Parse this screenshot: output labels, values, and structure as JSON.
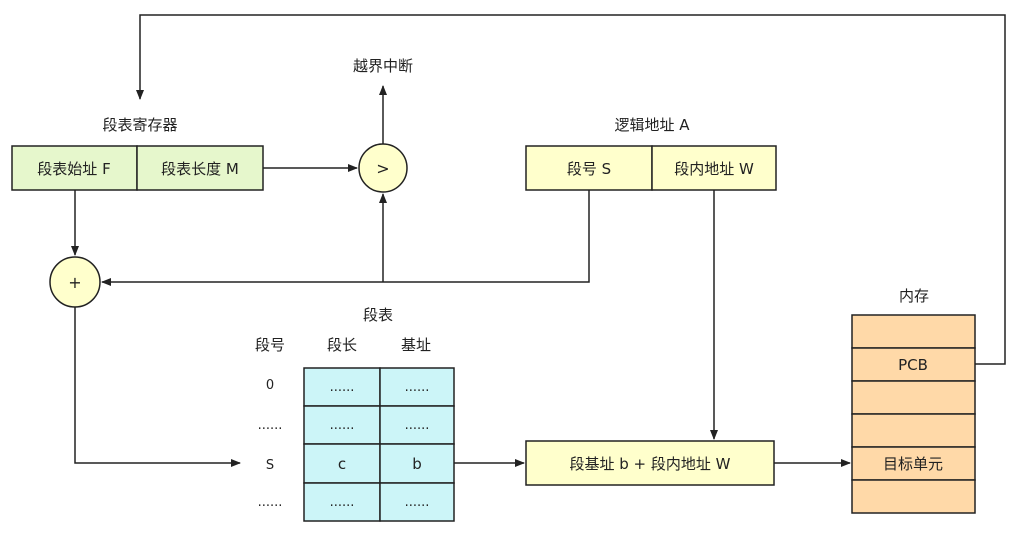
{
  "segment_register": {
    "title": "段表寄存器",
    "base_label": "段表始址 F",
    "length_label": "段表长度 M"
  },
  "logical_address": {
    "title": "逻辑地址 A",
    "segment_label": "段号 S",
    "offset_label": "段内地址 W"
  },
  "comparator": {
    "symbol": ">"
  },
  "overflow": {
    "label": "越界中断"
  },
  "adder": {
    "symbol": "+"
  },
  "segment_table": {
    "title": "段表",
    "headers": {
      "seg_no": "段号",
      "seg_len": "段长",
      "base": "基址"
    },
    "rows": [
      {
        "seg_no": "0",
        "length": "......",
        "base": "......"
      },
      {
        "seg_no": "......",
        "length": "......",
        "base": "......"
      },
      {
        "seg_no": "S",
        "length": "c",
        "base": "b"
      },
      {
        "seg_no": "......",
        "length": "......",
        "base": "......"
      }
    ]
  },
  "physical_address": {
    "label": "段基址 b + 段内地址 W"
  },
  "memory": {
    "title": "内存",
    "cells": [
      "",
      "PCB",
      "",
      "",
      "目标单元",
      ""
    ]
  },
  "colors": {
    "register_fill": "#e6f7cc",
    "logical_fill": "#ffffcc",
    "table_fill": "#ccf5f8",
    "memory_fill": "#ffd9a8",
    "circle_fill": "#ffffcc",
    "physical_fill": "#ffffcc",
    "stroke": "#222222"
  }
}
